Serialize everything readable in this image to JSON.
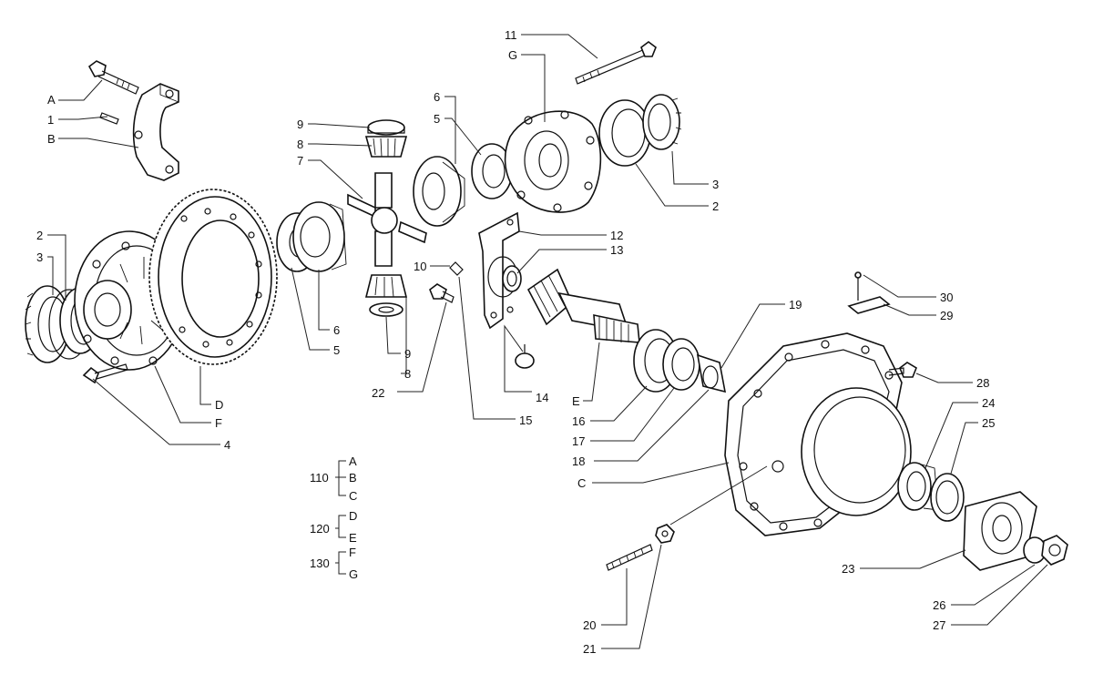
{
  "callouts": [
    {
      "id": "A",
      "text": "A"
    },
    {
      "id": "1",
      "text": "1"
    },
    {
      "id": "B",
      "text": "B"
    },
    {
      "id": "2l",
      "text": "2"
    },
    {
      "id": "3l",
      "text": "3"
    },
    {
      "id": "4",
      "text": "4"
    },
    {
      "id": "F",
      "text": "F"
    },
    {
      "id": "D",
      "text": "D"
    },
    {
      "id": "5l",
      "text": "5"
    },
    {
      "id": "6l",
      "text": "6"
    },
    {
      "id": "7",
      "text": "7"
    },
    {
      "id": "8t",
      "text": "8"
    },
    {
      "id": "9t",
      "text": "9"
    },
    {
      "id": "9b",
      "text": "9"
    },
    {
      "id": "8b",
      "text": "8"
    },
    {
      "id": "22",
      "text": "22"
    },
    {
      "id": "6t",
      "text": "6"
    },
    {
      "id": "5t",
      "text": "5"
    },
    {
      "id": "11",
      "text": "11"
    },
    {
      "id": "G",
      "text": "G"
    },
    {
      "id": "3r",
      "text": "3"
    },
    {
      "id": "2r",
      "text": "2"
    },
    {
      "id": "12",
      "text": "12"
    },
    {
      "id": "13",
      "text": "13"
    },
    {
      "id": "10",
      "text": "10"
    },
    {
      "id": "14",
      "text": "14"
    },
    {
      "id": "15",
      "text": "15"
    },
    {
      "id": "E",
      "text": "E"
    },
    {
      "id": "16",
      "text": "16"
    },
    {
      "id": "17",
      "text": "17"
    },
    {
      "id": "18",
      "text": "18"
    },
    {
      "id": "19",
      "text": "19"
    },
    {
      "id": "30",
      "text": "30"
    },
    {
      "id": "29",
      "text": "29"
    },
    {
      "id": "28",
      "text": "28"
    },
    {
      "id": "24",
      "text": "24"
    },
    {
      "id": "25",
      "text": "25"
    },
    {
      "id": "C",
      "text": "C"
    },
    {
      "id": "23",
      "text": "23"
    },
    {
      "id": "26",
      "text": "26"
    },
    {
      "id": "27",
      "text": "27"
    },
    {
      "id": "20",
      "text": "20"
    },
    {
      "id": "21",
      "text": "21"
    }
  ],
  "groups": [
    {
      "number": "110",
      "letters": [
        "A",
        "B",
        "C"
      ]
    },
    {
      "number": "120",
      "letters": [
        "D",
        "E"
      ]
    },
    {
      "number": "130",
      "letters": [
        "F",
        "G"
      ]
    }
  ]
}
